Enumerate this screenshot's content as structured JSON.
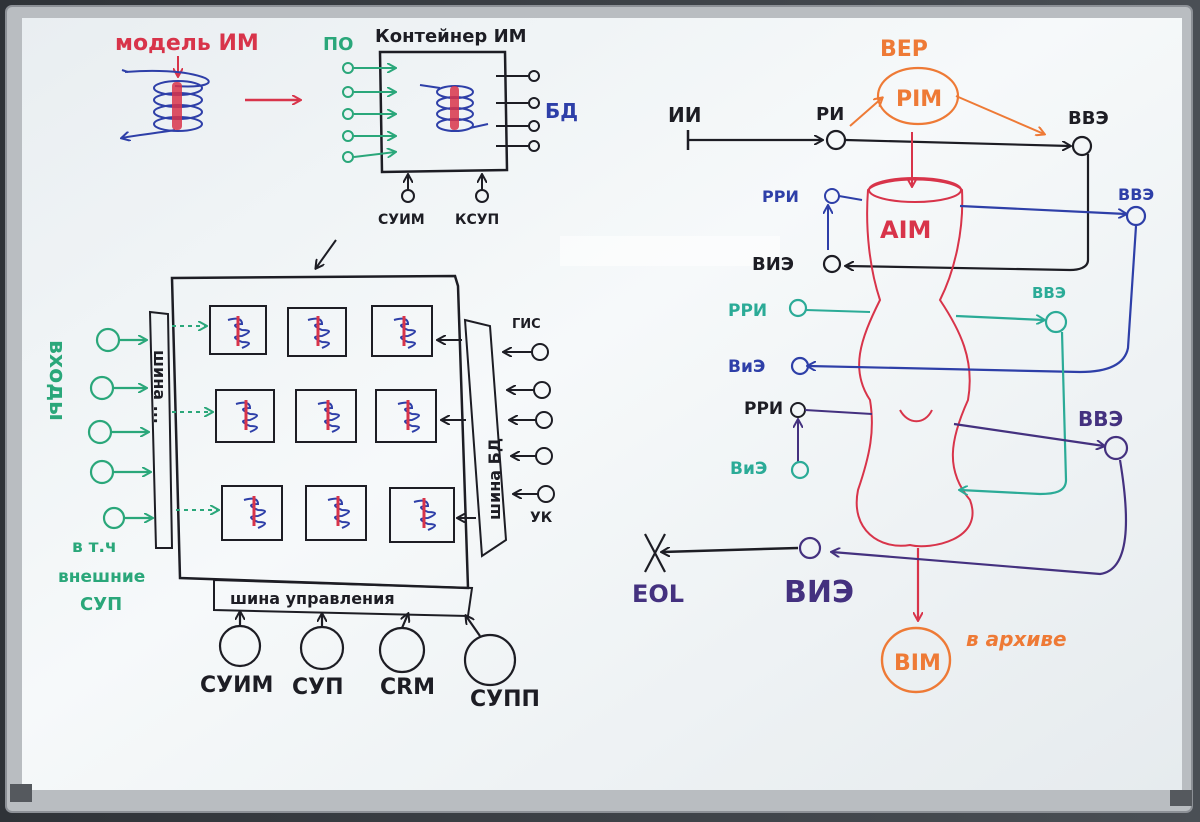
{
  "colors": {
    "red": "#d8344a",
    "blue": "#2e3fa8",
    "green": "#2aa77a",
    "black": "#1d1d24",
    "orange": "#ee7a36",
    "purple": "#44317f",
    "teal": "#2bab97"
  },
  "left": {
    "model_label": "модель ИМ",
    "po_label": "ПО",
    "container_title": "Контейнер ИМ",
    "bd_label": "БД",
    "suim_label": "СУИМ",
    "ksup_label": "КСУП",
    "inputs_vertical": "входы",
    "bus_left": "шина ...",
    "bus_right": "шина БД",
    "gis_label": "ГИС",
    "uk_label": "УК",
    "incl_line1": "в т.ч",
    "incl_line2": "внешние",
    "incl_line3": "СУП",
    "control_bus": "шина управления",
    "bottom_labels": [
      "СУИМ",
      "СУП",
      "CRM",
      "СУПП"
    ]
  },
  "right": {
    "ver_label": "ВЕР",
    "pim_label": "PIM",
    "ii_label": "ИИ",
    "ri_label": "РИ",
    "vvz_top": "ВВЭ",
    "rri_1": "РРИ",
    "vvz_2": "ВВЭ",
    "aim_label": "AIM",
    "viz_1": "ВИЭ",
    "rri_2": "РРИ",
    "vvz_3": "ВВЭ",
    "viz_2": "ВиЭ",
    "rri_3": "РРИ",
    "vvz_4": "ВВЭ",
    "viz_3": "ВиЭ",
    "eol_label": "EOL",
    "viz_bottom": "ВИЭ",
    "bim_label": "BIM",
    "archive_label": "в архиве"
  }
}
